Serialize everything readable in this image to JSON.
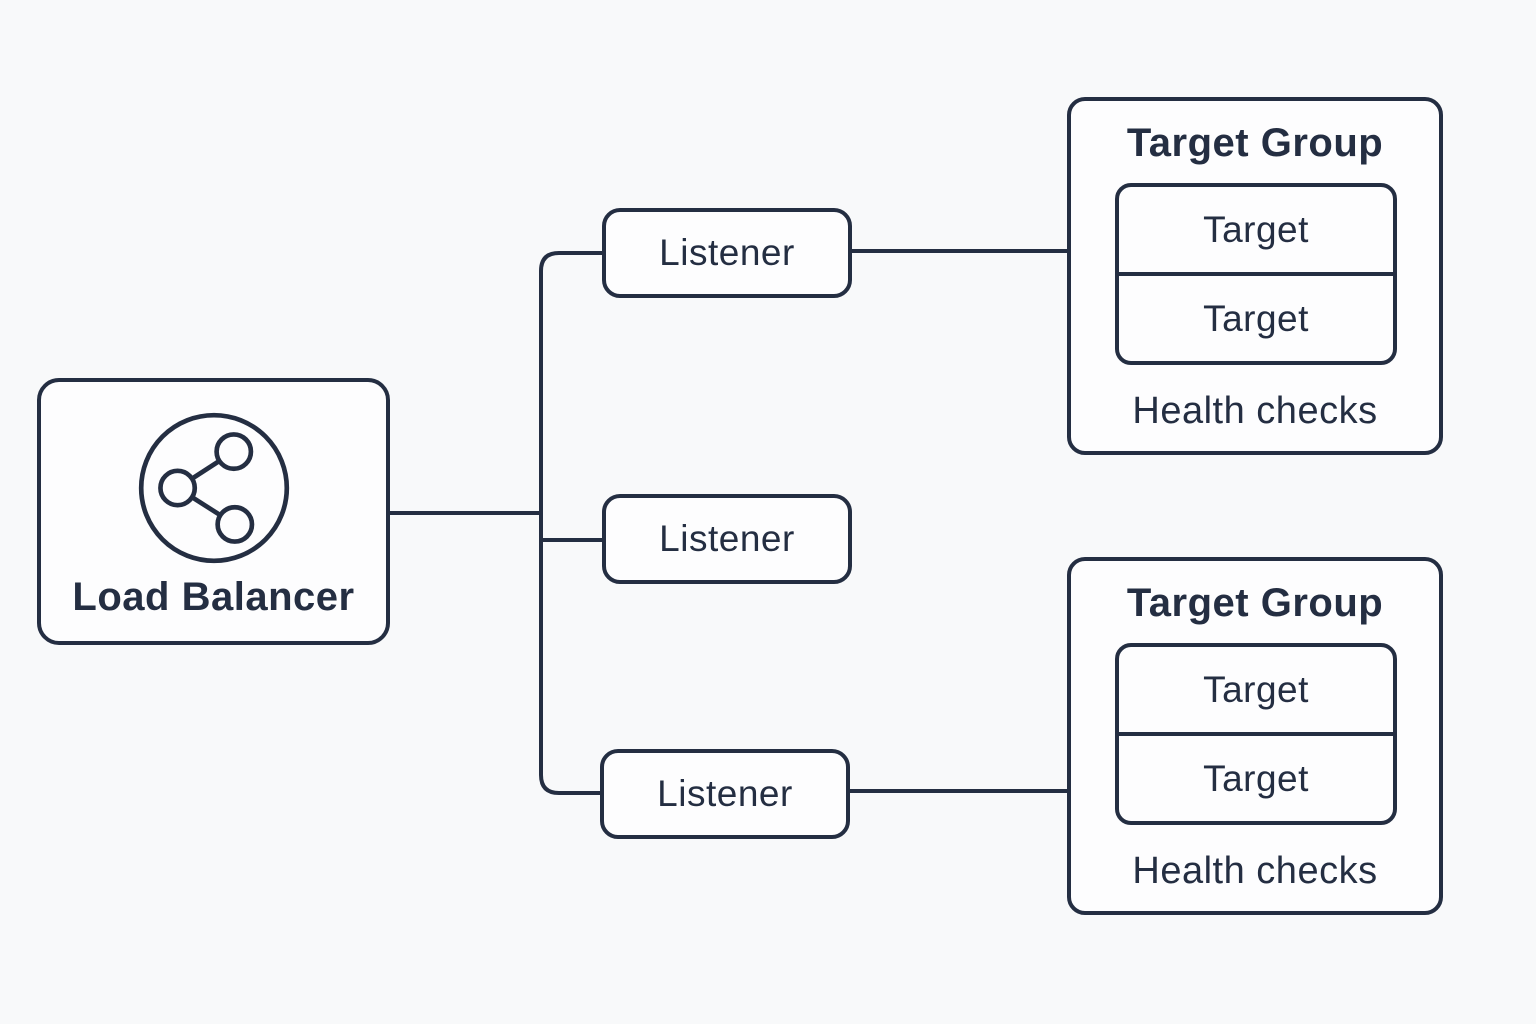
{
  "colors": {
    "ink": "#242e42",
    "bg": "#f8f9fa",
    "box": "#fdfdfe"
  },
  "load_balancer": {
    "label": "Load Balancer",
    "icon": "share-nodes-icon"
  },
  "listeners": [
    {
      "label": "Listener"
    },
    {
      "label": "Listener"
    },
    {
      "label": "Listener"
    }
  ],
  "target_groups": [
    {
      "title": "Target Group",
      "targets": [
        {
          "label": "Target"
        },
        {
          "label": "Target"
        }
      ],
      "health_checks": "Health checks"
    },
    {
      "title": "Target Group",
      "targets": [
        {
          "label": "Target"
        },
        {
          "label": "Target"
        }
      ],
      "health_checks": "Health checks"
    }
  ]
}
